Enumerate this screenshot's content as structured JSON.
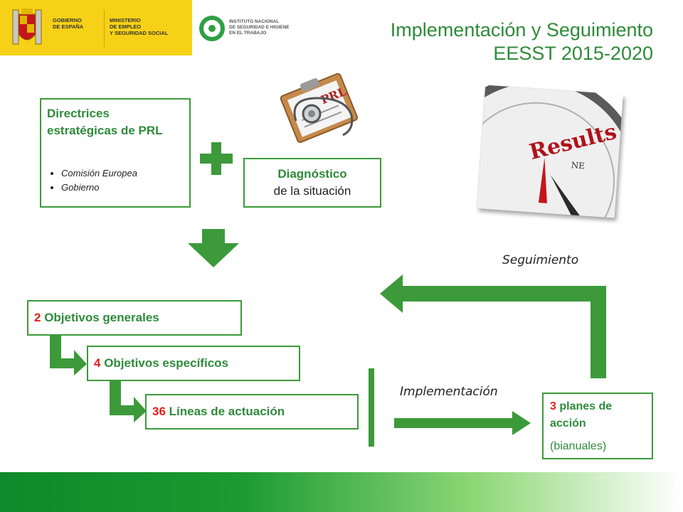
{
  "header": {
    "gobierno": "GOBIERNO\nDE ESPAÑA",
    "ministerio": "MINISTERIO\nDE EMPLEO\nY SEGURIDAD SOCIAL",
    "insht": "INSTITUTO NACIONAL\nDE SEGURIDAD E HIGIENE\nEN EL TRABAJO"
  },
  "title": {
    "line1": "Implementación y Seguimiento",
    "line2": "EESST 2015-2020"
  },
  "directrices": {
    "heading": "Directrices estratégicas de PRL",
    "bullets": [
      "Comisión Europea",
      "Gobierno"
    ]
  },
  "diagnostico": {
    "line1": "Diagnóstico",
    "line2": "de la situación"
  },
  "steps": {
    "s1_num": "2",
    "s1_text": " Objetivos generales",
    "s2_num": "4",
    "s2_text": " Objetivos específicos",
    "s3_num": "36",
    "s3_text": " Líneas de actuación"
  },
  "planes": {
    "num": "3",
    "text": " planes de acción",
    "sub": "(bianuales)"
  },
  "labels": {
    "seguimiento": "Seguimiento",
    "implementacion": "Implementación"
  },
  "images": {
    "clipboard_text": "PRL",
    "compass_word": "Results",
    "compass_ne": "NE"
  },
  "colors": {
    "green": "#3c9a3a",
    "title_green": "#2e8b3a",
    "red": "#e0201b",
    "banner_yellow": "#f7d117"
  }
}
